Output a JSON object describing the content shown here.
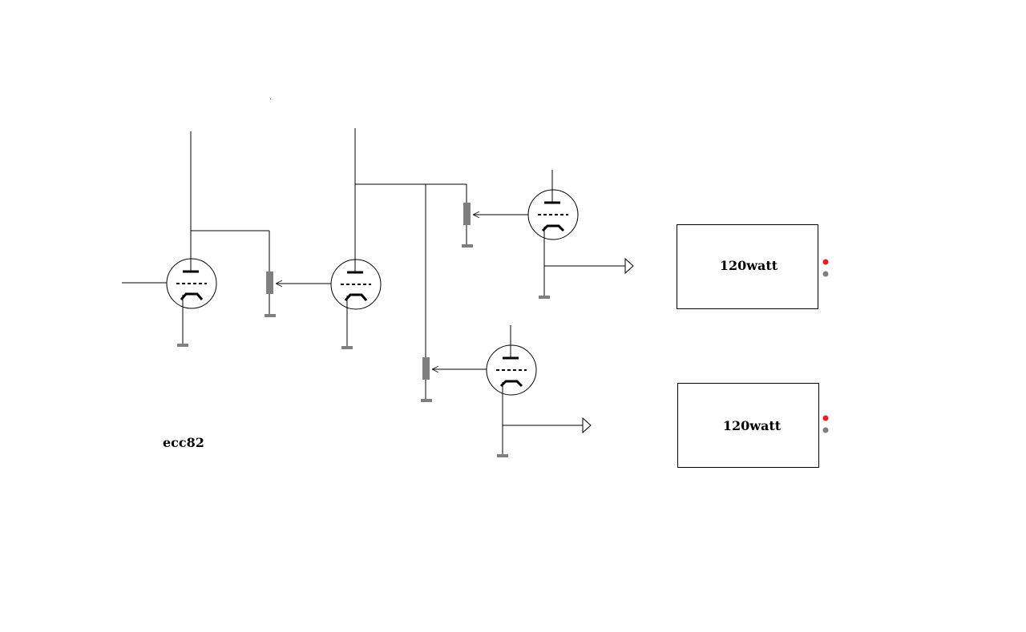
{
  "diagram": {
    "tube_type_label": "ecc82",
    "amplifiers": [
      {
        "label": "120watt",
        "indicator_colors": [
          "#ee1c24",
          "#7f7f7f"
        ]
      },
      {
        "label": "120watt",
        "indicator_colors": [
          "#ee1c24",
          "#7f7f7f"
        ]
      }
    ]
  }
}
